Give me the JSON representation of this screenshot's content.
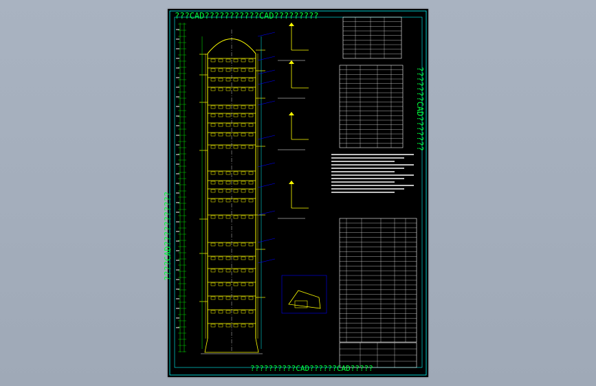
{
  "watermarks": {
    "top": "???CAD???????????CAD?????????",
    "bottom": "??????????CAD??????CAD?????",
    "left": "????CAD???????????",
    "right": "???????CAD???????"
  },
  "colors": {
    "background": "#a4aebc",
    "sheet": "#000000",
    "border": "#00ffff",
    "watermark": "#00ff3c",
    "vessel": "#ffff00",
    "dimension": "#00ff00",
    "annotation": "#0000ff",
    "text": "#ffffff"
  },
  "icons": [
    "tower-drawing",
    "detail-section",
    "table-grid"
  ]
}
